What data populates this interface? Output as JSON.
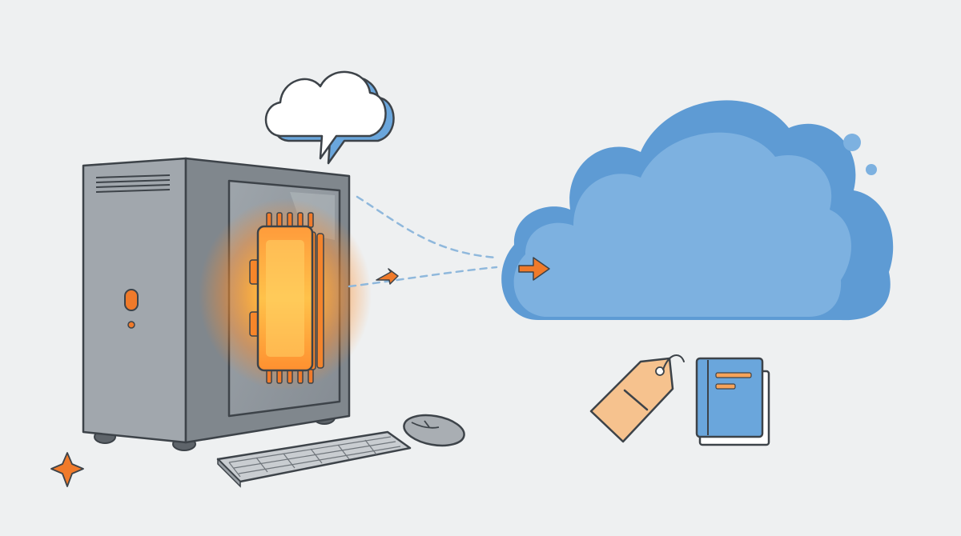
{
  "colors": {
    "background": "#eef0f1",
    "outline": "#3d4349",
    "case_front": "#9aa0a6",
    "case_side": "#7c8288",
    "window": "#8e959c",
    "cpu_glow": "#ff9a2e",
    "cpu_core": "#f7862a",
    "accent_orange": "#f07a2a",
    "cloud_light": "#7fb2df",
    "cloud_dark": "#5a97d2",
    "dash_line": "#8fb8dc",
    "tag_fill": "#f6c28e",
    "book_fill": "#6aa6dc",
    "keyboard_fill": "#c9cdd1",
    "mouse_fill": "#a9aeb3"
  },
  "scene": {
    "elements": [
      {
        "name": "computer-tower",
        "icon": "desktop-tower-icon"
      },
      {
        "name": "processor-chip",
        "icon": "cpu-chip-icon"
      },
      {
        "name": "speech-cloud-bubble",
        "icon": "cloud-thought-bubble-icon"
      },
      {
        "name": "data-stream",
        "icon": "dashed-arrow-icon"
      },
      {
        "name": "cloud",
        "icon": "cloud-icon"
      },
      {
        "name": "price-tag",
        "icon": "tag-icon"
      },
      {
        "name": "book",
        "icon": "book-icon"
      },
      {
        "name": "keyboard",
        "icon": "keyboard-icon"
      },
      {
        "name": "mouse",
        "icon": "mouse-icon"
      },
      {
        "name": "sparkle",
        "icon": "sparkle-icon"
      }
    ]
  }
}
